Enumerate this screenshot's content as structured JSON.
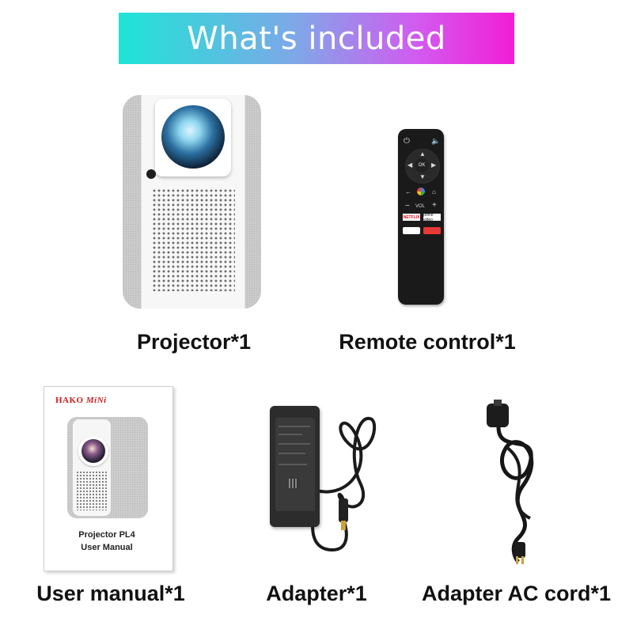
{
  "banner": {
    "title": "What's included"
  },
  "items": [
    {
      "label": "Projector*1"
    },
    {
      "label": "Remote control*1"
    },
    {
      "label": "User manual*1"
    },
    {
      "label": "Adapter*1"
    },
    {
      "label": "Adapter AC cord*1"
    }
  ],
  "remote": {
    "ok": "OK",
    "vol": "VOL",
    "netflix": "NETFLIX",
    "prime": "prime video"
  },
  "manual": {
    "brand": "HAKO",
    "brand_sub": "MiNi",
    "title_line1": "Projector PL4",
    "title_line2": "User Manual"
  },
  "colors": {
    "banner_start": "#1de5d6",
    "banner_end": "#f21ed7",
    "brand_red": "#d01c1c"
  }
}
